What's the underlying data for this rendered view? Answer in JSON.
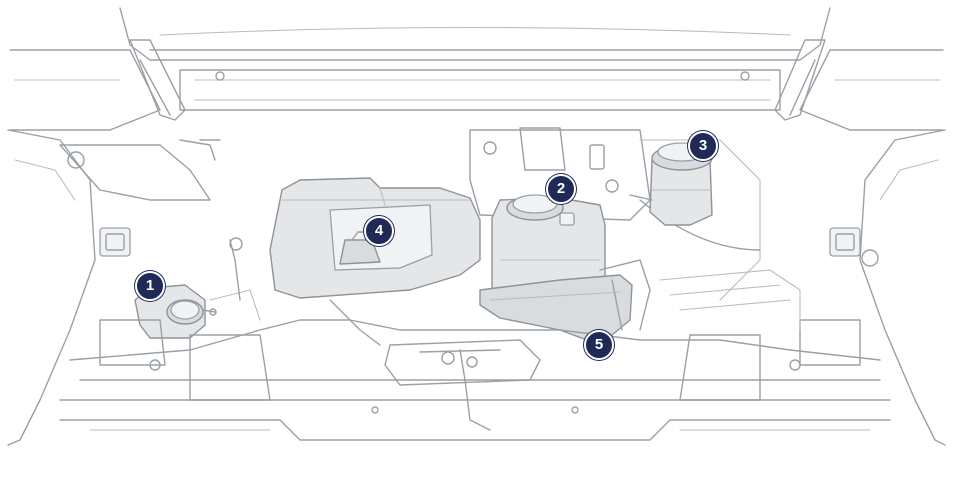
{
  "callouts": [
    {
      "id": "1",
      "label": "1"
    },
    {
      "id": "2",
      "label": "2"
    },
    {
      "id": "3",
      "label": "3"
    },
    {
      "id": "4",
      "label": "4"
    },
    {
      "id": "5",
      "label": "5"
    }
  ],
  "colors": {
    "callout_fill": "#1f2a56",
    "line": "#9aa0a6",
    "component_fill": "#e4e6e8",
    "background": "#ffffff"
  }
}
